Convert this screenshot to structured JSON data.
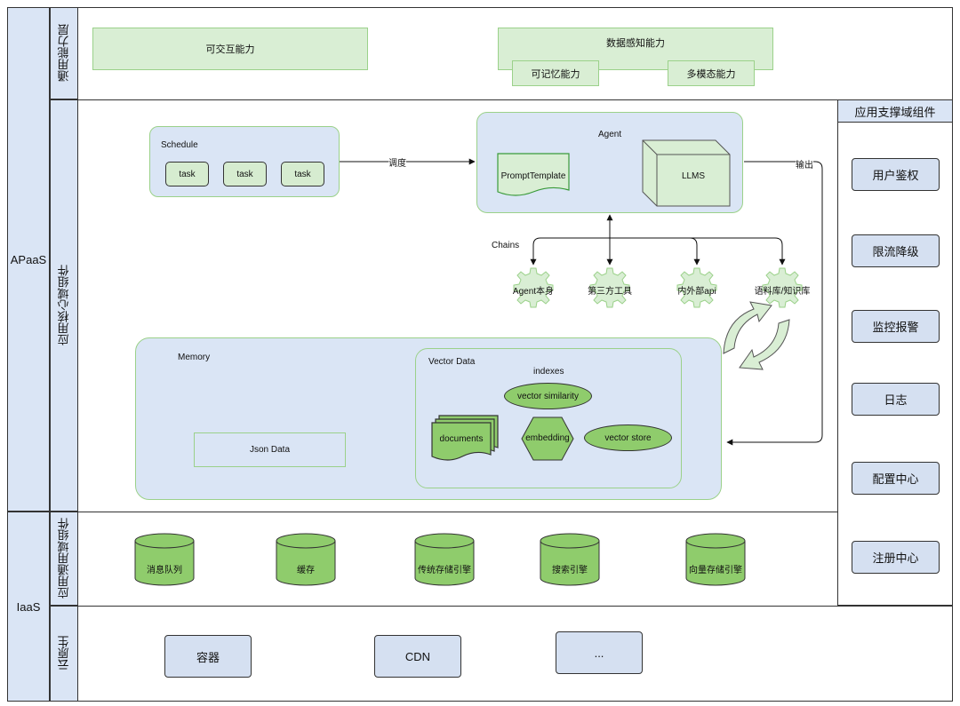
{
  "layers": {
    "apaas": "APaaS",
    "iaas": "IaaS"
  },
  "rows": {
    "general": "通用能力层",
    "core": "应用核心域组件",
    "common": "应用通用域组件",
    "cloud": "云原生"
  },
  "general_caps": {
    "interactive": "可交互能力",
    "perception": "数据感知能力",
    "memory": "可记忆能力",
    "multimodal": "多模态能力"
  },
  "schedule": {
    "title": "Schedule",
    "tasks": [
      "task",
      "task",
      "task"
    ],
    "dispatch_label": "调度"
  },
  "agent": {
    "title": "Agent",
    "prompt": "PromptTemplate",
    "llms": "LLMS",
    "output_label": "输出"
  },
  "chains": {
    "title": "Chains",
    "items": [
      "Agent本身",
      "第三方工具",
      "内外部api",
      "语料库/知识库"
    ]
  },
  "memory": {
    "title": "Memory",
    "json": "Json Data",
    "vector_title": "Vector Data",
    "indexes": "indexes",
    "similarity": "vector similarity",
    "documents": "documents",
    "embedding": "embedding",
    "store": "vector store"
  },
  "common_components": [
    "消息队列",
    "缓存",
    "传统存储引擎",
    "搜索引擎",
    "向量存储引擎"
  ],
  "cloud_items": [
    "容器",
    "CDN",
    "..."
  ],
  "support": {
    "title": "应用支撑域组件",
    "items": [
      "用户鉴权",
      "限流降级",
      "监控报警",
      "日志",
      "配置中心",
      "注册中心"
    ]
  },
  "colors": {
    "light_blue": "#dae5f5",
    "light_green": "#d9eed4",
    "green": "#8fcc6c",
    "border": "#333333"
  }
}
